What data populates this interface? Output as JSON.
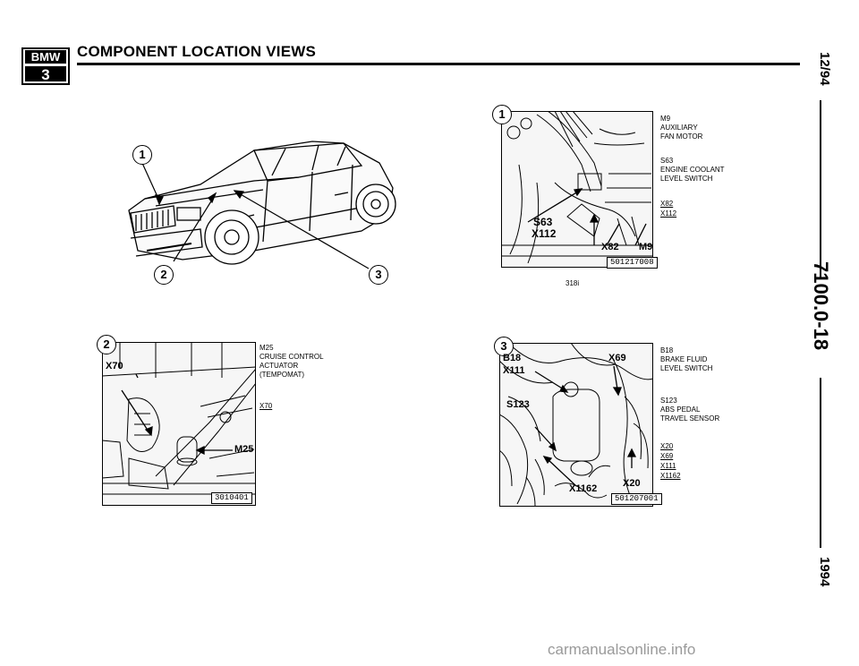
{
  "header": {
    "logo_text": "BMW",
    "model": "3",
    "title": "COMPONENT LOCATION VIEWS"
  },
  "rail": {
    "date": "12/94",
    "page": "7100.0-18",
    "year": "1994"
  },
  "overview": {
    "callouts": [
      "1",
      "2",
      "3"
    ]
  },
  "detail1": {
    "number": "1",
    "ref": "501217008",
    "callouts": {
      "s63": "S63",
      "x112": "X112",
      "x82": "X82",
      "m9": "M9"
    },
    "variant": "318i",
    "legend": [
      {
        "lines": [
          "M9",
          "AUXILIARY",
          "FAN MOTOR"
        ]
      },
      {
        "lines": [
          "S63",
          "ENGINE COOLANT",
          "LEVEL SWITCH"
        ]
      }
    ],
    "connectors": [
      "X82",
      "X112"
    ]
  },
  "detail2": {
    "number": "2",
    "ref": "3010401",
    "callouts": {
      "x70": "X70",
      "m25": "M25"
    },
    "legend": [
      {
        "lines": [
          "M25",
          "CRUISE CONTROL",
          "ACTUATOR",
          "(TEMPOMAT)"
        ]
      }
    ],
    "connectors": [
      "X70"
    ]
  },
  "detail3": {
    "number": "3",
    "ref": "501207001",
    "callouts": {
      "b18": "B18",
      "x111": "X111",
      "x69": "X69",
      "s123": "S123",
      "x1162": "X1162",
      "x20": "X20"
    },
    "legend": [
      {
        "lines": [
          "B18",
          "BRAKE FLUID",
          "LEVEL SWITCH"
        ]
      },
      {
        "lines": [
          "S123",
          "ABS PEDAL",
          "TRAVEL SENSOR"
        ]
      }
    ],
    "connectors": [
      "X20",
      "X69",
      "X111",
      "X1162"
    ]
  },
  "footer": {
    "watermark": "carmanualsonline.info"
  }
}
